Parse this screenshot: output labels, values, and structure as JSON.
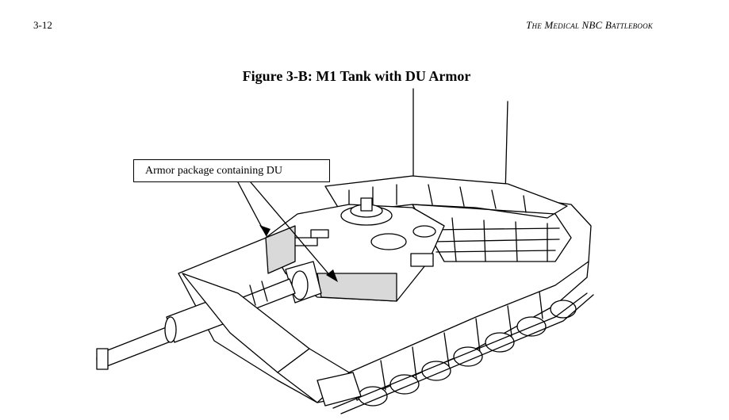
{
  "header": {
    "page_number": "3-12",
    "running_head": "The Medical NBC Battlebook"
  },
  "figure": {
    "caption": "Figure 3-B:  M1 Tank with DU Armor",
    "callout": "Armor package containing DU"
  }
}
